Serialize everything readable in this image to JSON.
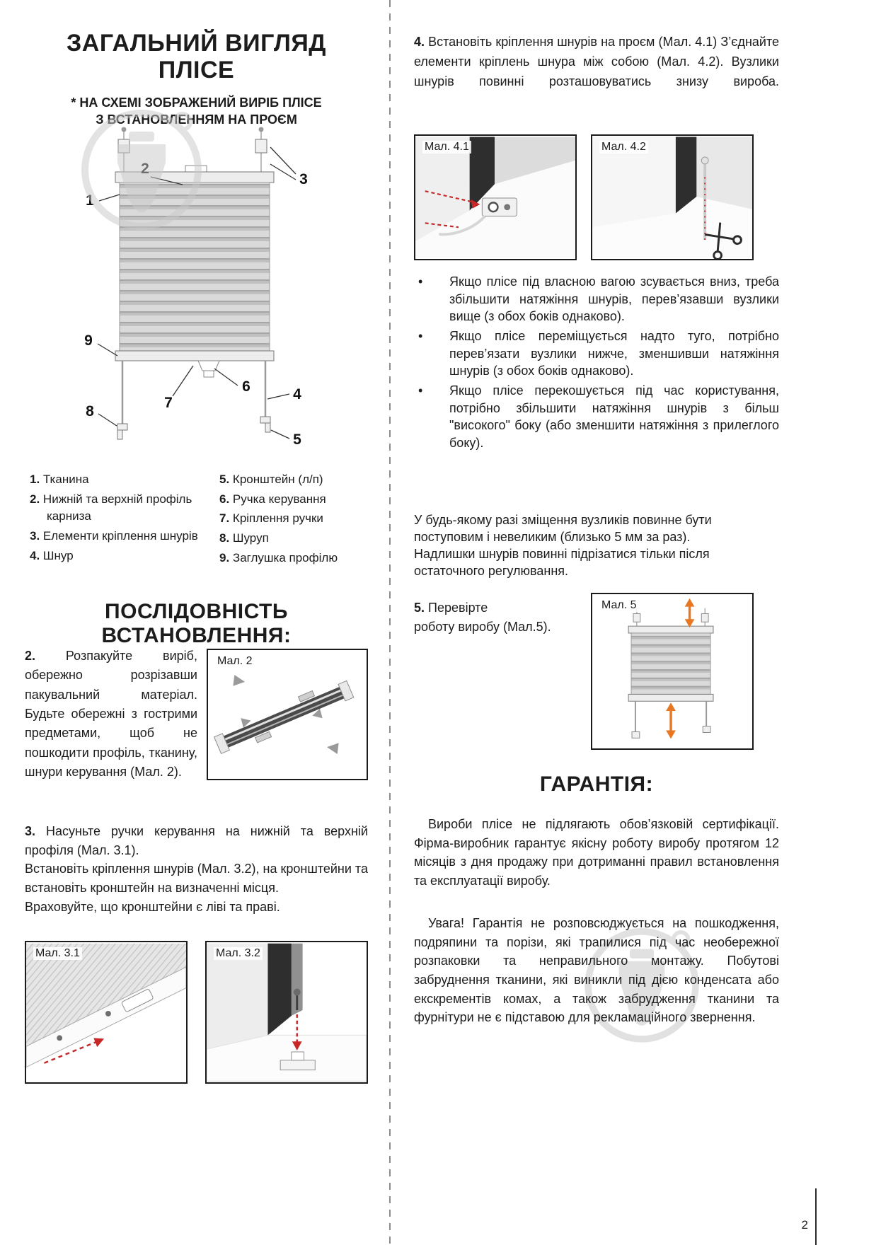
{
  "page": {
    "number": "2"
  },
  "overview": {
    "title_line1": "ЗАГАЛЬНИЙ ВИГЛЯД",
    "title_line2": "ПЛІСЕ",
    "subtitle_line1": "* НА СХЕМІ ЗОБРАЖЕНИЙ ВИРІБ ПЛІСЕ",
    "subtitle_line2": "З ВСТАНОВЛЕННЯМ НА ПРОЄМ",
    "callouts": {
      "n1": "1",
      "n2": "2",
      "n3": "3",
      "n4": "4",
      "n5": "5",
      "n6": "6",
      "n7": "7",
      "n8": "8",
      "n9": "9"
    },
    "legend_col1": [
      {
        "num": "1.",
        "label": "Тканина"
      },
      {
        "num": "2.",
        "label": "Нижній та верхній профіль карниза"
      },
      {
        "num": "3.",
        "label": "Елементи кріплення шнурів"
      },
      {
        "num": "4.",
        "label": "Шнур"
      }
    ],
    "legend_col2": [
      {
        "num": "5.",
        "label": "Кронштейн (л/п)"
      },
      {
        "num": "6.",
        "label": "Ручка керування"
      },
      {
        "num": "7.",
        "label": "Кріплення ручки"
      },
      {
        "num": "8.",
        "label": "Шуруп"
      },
      {
        "num": "9.",
        "label": "Заглушка профілю"
      }
    ]
  },
  "installation": {
    "title": "ПОСЛІДОВНІСТЬ ВСТАНОВЛЕННЯ:",
    "step2_num": "2.",
    "step2_text": "Розпакуйте виріб, обережно розрізавши пакувальний матеріал. Будьте обережні з гострими предметами, щоб не пошкодити профіль, тканину, шнури керування (Мал. 2).",
    "fig2_label": "Мал. 2",
    "step3_num": "3.",
    "step3_text1": "Насуньте ручки керування на нижній та верхній профіля (Мал. 3.1).",
    "step3_text2": "Встановіть кріплення шнурів (Мал. 3.2), на кронштейни та встановіть кронштейн на визначенні місця.",
    "step3_text3": "Враховуйте, що кронштейни є ліві та праві.",
    "fig31_label": "Мал. 3.1",
    "fig32_label": "Мал. 3.2",
    "step4_num": "4.",
    "step4_text": "Встановіть кріплення шнурів на проєм (Мал. 4.1) З’єднайте елементи кріплень шнура між собою (Мал. 4.2). Вузлики шнурів повинні розташовуватись знизу вироба.",
    "fig41_label": "Мал. 4.1",
    "fig42_label": "Мал. 4.2",
    "bullets": [
      "Якщо плісе під власною вагою зсувається вниз, треба збільшити натяжіння шнурів, перев’язавши вузлики вище (з обох боків однаково).",
      "Якщо плісе переміщується надто туго, потрібно перев’язати вузлики нижче, зменшивши натяжіння шнурів (з обох боків однаково).",
      "Якщо плісе перекошується під час користування, потрібно збільшити натяжіння шнурів з більш \"високого\" боку (або зменшити натяжіння з прилеглого боку)."
    ],
    "note_line1": "У будь-якому разі зміщення вузликів повинне бути поступовим і невеликим (близько 5 мм за раз).",
    "note_line2": "Надлишки шнурів повинні підрізатися тільки після остаточного регулювання.",
    "step5_num": "5.",
    "step5_text1": "Перевірте",
    "step5_text2": "роботу виробу (Мал.5).",
    "fig5_label": "Мал. 5"
  },
  "warranty": {
    "title": "ГАРАНТІЯ:",
    "p1": "Вироби плісе не підлягають обов’язковій сертифікації. Фірма-виробник гарантує якісну роботу виробу протягом 12 місяців з дня продажу при дотриманні правил встановлення та експлуатації виробу.",
    "p2": "Увага! Гарантія не розповсюджується на пошкодження, подряпини та порізи, які трапилися під час необережної розпаковки та неправильного монтажу. Побутові забруднення тканини, які виникли під дією конденсата або екскрементів комах, а також забрудження тканини та фурнітури не є підставою для рекламаційного звернення."
  }
}
